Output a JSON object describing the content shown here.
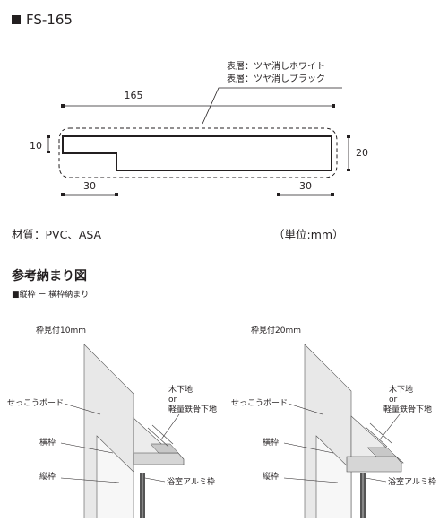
{
  "title": "FS-165",
  "finish": {
    "line1": "表層：ツヤ消しホワイト",
    "line2": "表層：ツヤ消しブラック"
  },
  "dimensions": {
    "width": "165",
    "thickness_left": "10",
    "thickness_right": "20",
    "notch_left": "30",
    "notch_right": "30"
  },
  "material": "材質：PVC、ASA",
  "unit": "（単位:mm）",
  "reference": {
    "heading": "参考納まり図",
    "subheading": "■縦枠 ー 横枠納まり"
  },
  "details": [
    {
      "caption": "枠見付10mm",
      "labels": {
        "board": "せっこうボード",
        "substrate_1": "木下地",
        "substrate_or": "or",
        "substrate_2": "軽量鉄骨下地",
        "horizontal_frame": "横枠",
        "vertical_frame": "縦枠",
        "bath_frame": "浴室アルミ枠"
      }
    },
    {
      "caption": "枠見付20mm",
      "labels": {
        "board": "せっこうボード",
        "substrate_1": "木下地",
        "substrate_or": "or",
        "substrate_2": "軽量鉄骨下地",
        "horizontal_frame": "横枠",
        "vertical_frame": "縦枠",
        "bath_frame": "浴室アルミ枠"
      }
    }
  ]
}
